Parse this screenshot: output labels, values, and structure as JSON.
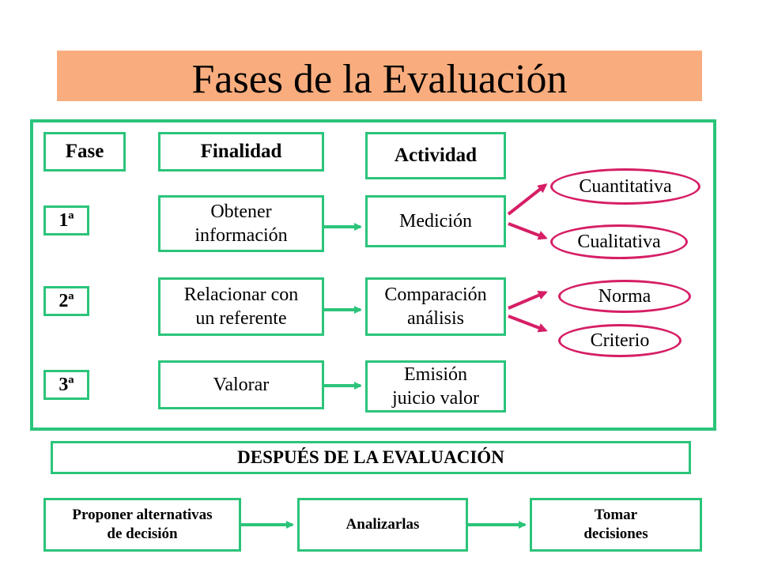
{
  "title": "Fases de la Evaluación",
  "headers": {
    "fase": "Fase",
    "finalidad": "Finalidad",
    "actividad": "Actividad"
  },
  "rows": [
    {
      "fase": "1ª",
      "finalidad": [
        "Obtener",
        "información"
      ],
      "actividad": [
        "Medición"
      ],
      "outcomes": [
        "Cuantitativa",
        "Cualitativa"
      ]
    },
    {
      "fase": "2ª",
      "finalidad": [
        "Relacionar con",
        "un referente"
      ],
      "actividad": [
        "Comparación",
        "análisis"
      ],
      "outcomes": [
        "Norma",
        "Criterio"
      ]
    },
    {
      "fase": "3ª",
      "finalidad": [
        "Valorar"
      ],
      "actividad": [
        "Emisión",
        "juicio valor"
      ],
      "outcomes": []
    }
  ],
  "after": {
    "title": "DESPUÉS DE LA EVALUACIÓN",
    "steps": [
      [
        "Proponer alternativas",
        "de decisión"
      ],
      [
        "Analizarlas"
      ],
      [
        "Tomar",
        "decisiones"
      ]
    ]
  },
  "colors": {
    "title_bg": "#f9ad7e",
    "green": "#2bc47a",
    "magenta": "#d61e66"
  }
}
